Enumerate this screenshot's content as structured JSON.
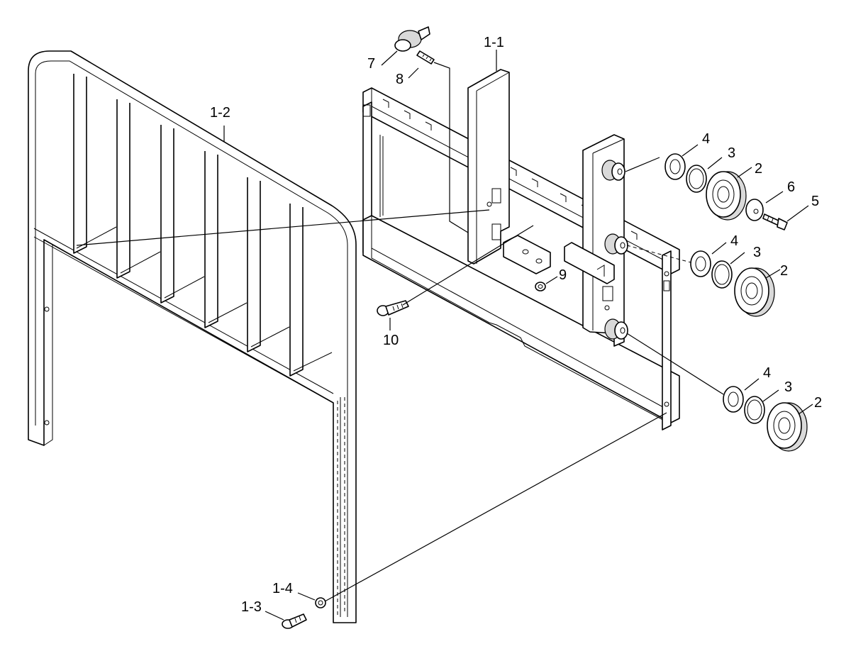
{
  "callouts": [
    {
      "id": "1-1",
      "label": "1-1"
    },
    {
      "id": "1-2",
      "label": "1-2"
    },
    {
      "id": "1-3",
      "label": "1-3"
    },
    {
      "id": "1-4",
      "label": "1-4"
    },
    {
      "id": "2a",
      "label": "2"
    },
    {
      "id": "2b",
      "label": "2"
    },
    {
      "id": "2c",
      "label": "2"
    },
    {
      "id": "3a",
      "label": "3"
    },
    {
      "id": "3b",
      "label": "3"
    },
    {
      "id": "3c",
      "label": "3"
    },
    {
      "id": "4a",
      "label": "4"
    },
    {
      "id": "4b",
      "label": "4"
    },
    {
      "id": "4c",
      "label": "4"
    },
    {
      "id": "5",
      "label": "5"
    },
    {
      "id": "6",
      "label": "6"
    },
    {
      "id": "7",
      "label": "7"
    },
    {
      "id": "8",
      "label": "8"
    },
    {
      "id": "9",
      "label": "9"
    },
    {
      "id": "10",
      "label": "10"
    }
  ]
}
